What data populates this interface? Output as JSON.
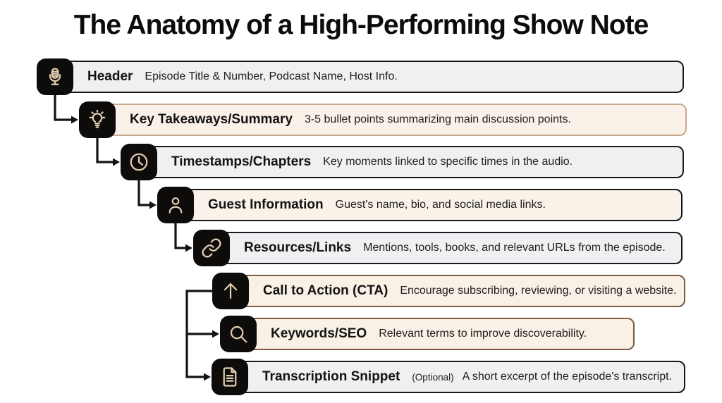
{
  "title": "The Anatomy of a High-Performing Show Note",
  "colors": {
    "background": "#ffffff",
    "icon_tile": "#0d0c0a",
    "icon_glyph": "#e3cdb0",
    "row_gray_bg": "#eef0f1",
    "row_cream_bg": "#faf1e8",
    "border_black": "#17191c",
    "border_tan": "#c9a98b",
    "border_brown": "#7d5a41",
    "connector": "#141414"
  },
  "rows": [
    {
      "icon": "microphone-icon",
      "title": "Header",
      "description": "Episode Title & Number, Podcast Name, Host Info.",
      "theme": "gray"
    },
    {
      "icon": "lightbulb-icon",
      "title": "Key Takeaways/Summary",
      "description": "3-5 bullet points summarizing main discussion points.",
      "theme": "cream-tan"
    },
    {
      "icon": "clock-icon",
      "title": "Timestamps/Chapters",
      "description": "Key moments linked to specific times in the audio.",
      "theme": "gray"
    },
    {
      "icon": "person-icon",
      "title": "Guest Information",
      "description": "Guest's name, bio, and social media links.",
      "theme": "cream-black"
    },
    {
      "icon": "link-icon",
      "title": "Resources/Links",
      "description": "Mentions, tools, books, and relevant URLs from the episode.",
      "theme": "gray"
    },
    {
      "icon": "arrow-up-icon",
      "title": "Call to Action (CTA)",
      "description": "Encourage subscribing, reviewing, or visiting a website.",
      "theme": "cream-brown"
    },
    {
      "icon": "search-icon",
      "title": "Keywords/SEO",
      "description": "Relevant terms to improve discoverability.",
      "theme": "cream-brown"
    },
    {
      "icon": "document-icon",
      "title": "Transcription Snippet",
      "title_suffix": "(Optional)",
      "description": "A short excerpt of the episode's transcript.",
      "theme": "gray"
    }
  ]
}
